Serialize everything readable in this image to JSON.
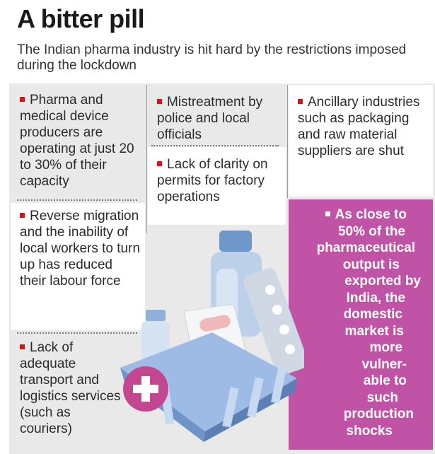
{
  "header": {
    "title": "A bitter pill",
    "subtitle": "The Indian pharma industry is hit hard by the restrictions imposed during the lockdown"
  },
  "points": {
    "capacity": "Pharma and medical device producers are operating at just 20 to 30% of their capacity",
    "migration": "Reverse migration and the inability of local workers to turn up has reduced their labour force",
    "transport": "Lack of adequate transport and logistics services (such as couriers)",
    "mistreatment": "Mistreatment by police and local officials",
    "permits": "Lack of clarity on permits for factory operations",
    "ancillary": "Ancillary industries such as packaging and raw material suppliers are shut"
  },
  "highlight": {
    "lines": [
      "As close to",
      "50% of the",
      "pharmaceutical",
      "output is",
      "exported by",
      "India, the",
      "domestic",
      "market is",
      "more",
      "vulner-",
      "able to",
      "such",
      "production",
      "shocks"
    ]
  },
  "colors": {
    "accent_purple": "#c053a6",
    "bullet_red": "#d3151b",
    "panel_grey": "#e9e9e9",
    "basket_blue": "#7da3d8"
  },
  "icons": [
    "medicine-basket-icon",
    "medical-cross-icon"
  ]
}
